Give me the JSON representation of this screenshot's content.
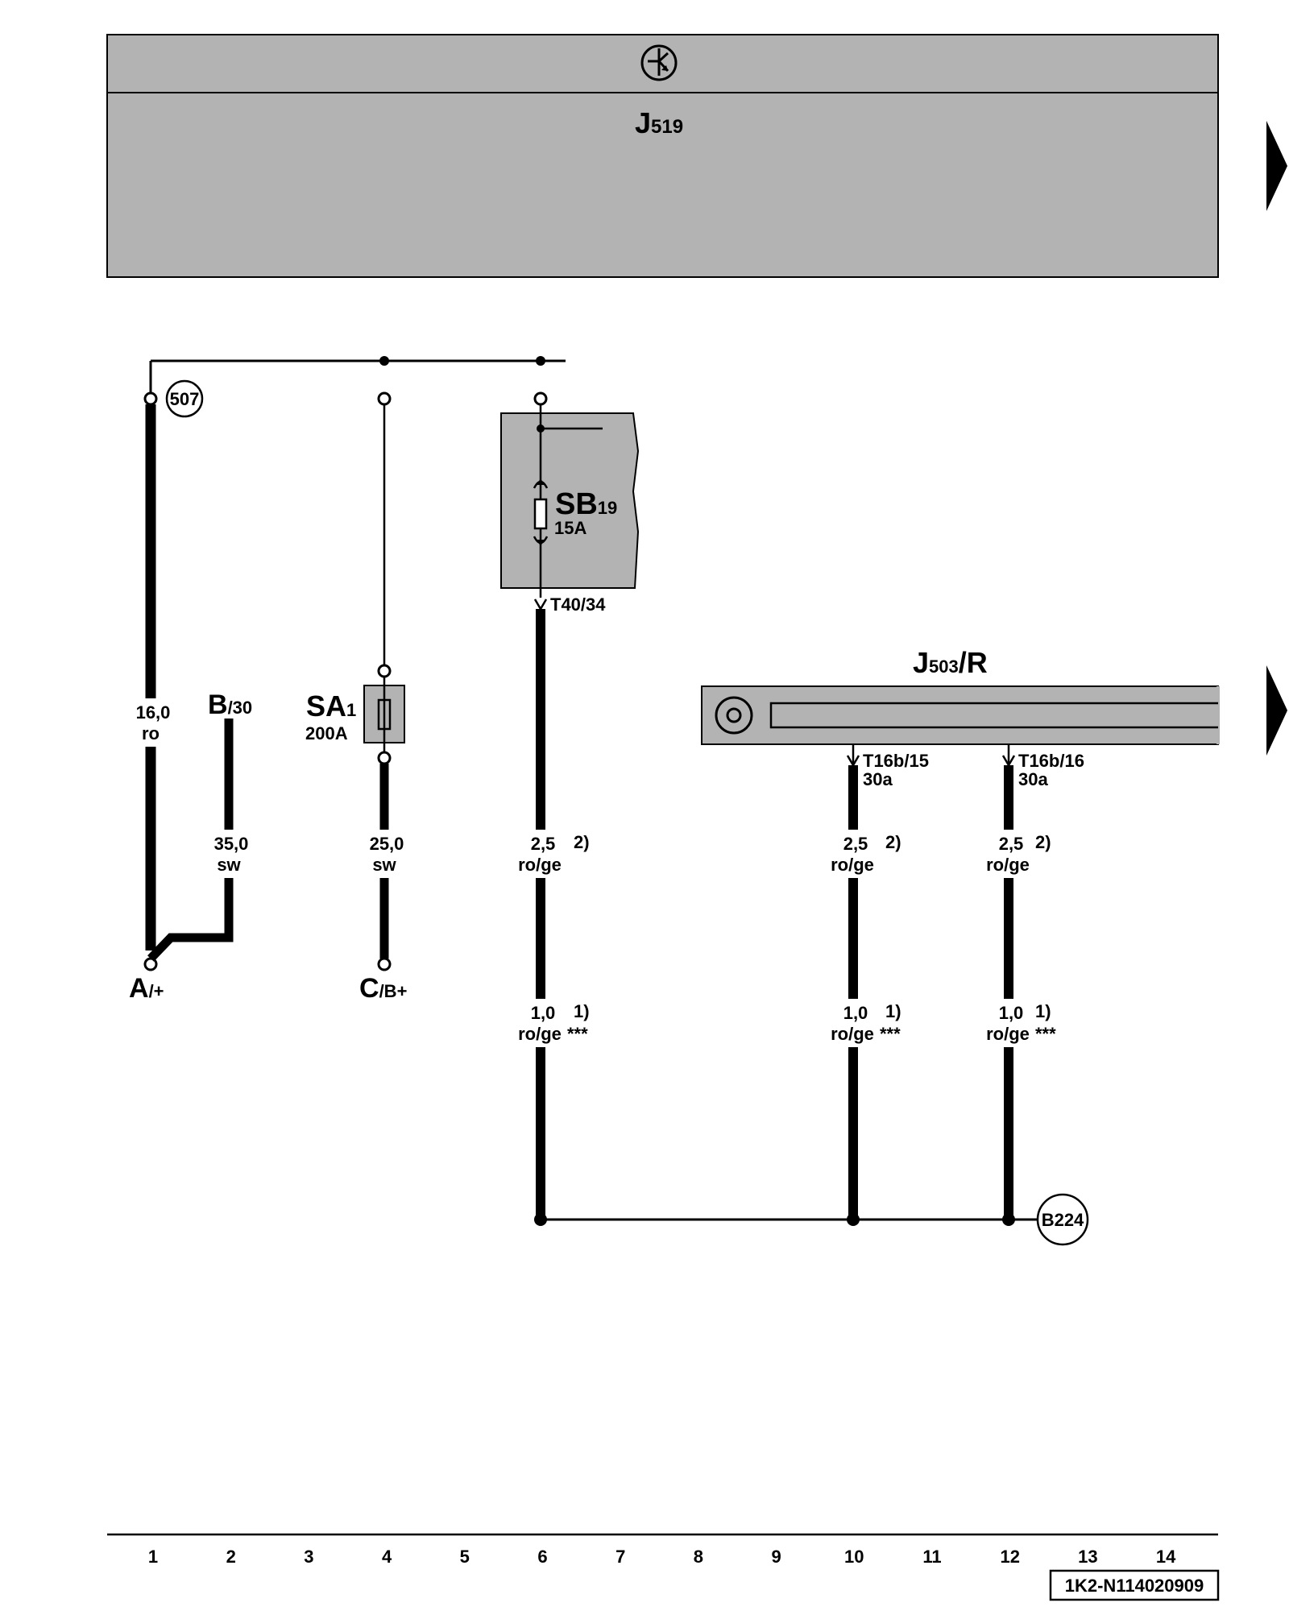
{
  "header": {
    "module_main": "J",
    "module_sub": "519"
  },
  "relay": {
    "main": "J",
    "sub": "503",
    "suffix": "/R"
  },
  "fuses": {
    "sb": {
      "main": "SB",
      "sub": "19",
      "rating": "15A"
    },
    "sa": {
      "main": "SA",
      "sub": "1",
      "rating": "200A"
    }
  },
  "connectors": {
    "t40": "T40/34",
    "t16_15": "T16b/15",
    "t16_15_sub": "30a",
    "t16_16": "T16b/16",
    "t16_16_sub": "30a"
  },
  "refs": {
    "top": "507",
    "bottom": "B224"
  },
  "terminals": {
    "a_main": "A",
    "a_sub": "/+",
    "b_main": "B",
    "b_sub": "/30",
    "c_main": "C",
    "c_sub": "/B+"
  },
  "wires": {
    "w1": {
      "size": "16,0",
      "color": "ro"
    },
    "w2": {
      "size": "35,0",
      "color": "sw"
    },
    "w4": {
      "size": "25,0",
      "color": "sw"
    },
    "w6a": {
      "size": "2,5",
      "note": "2)",
      "color": "ro/ge"
    },
    "w6b": {
      "size": "1,0",
      "note": "1)",
      "color": "ro/ge",
      "mark": "***"
    },
    "w10a": {
      "size": "2,5",
      "note": "2)",
      "color": "ro/ge"
    },
    "w10b": {
      "size": "1,0",
      "note": "1)",
      "color": "ro/ge",
      "mark": "***"
    },
    "w12a": {
      "size": "2,5",
      "note": "2)",
      "color": "ro/ge"
    },
    "w12b": {
      "size": "1,0",
      "note": "1)",
      "color": "ro/ge",
      "mark": "***"
    }
  },
  "axis": {
    "ticks": [
      "1",
      "2",
      "3",
      "4",
      "5",
      "6",
      "7",
      "8",
      "9",
      "10",
      "11",
      "12",
      "13",
      "14"
    ]
  },
  "footer": {
    "code": "1K2-N114020909"
  },
  "colors": {
    "panel": "#b3b3b3",
    "line": "#000000",
    "background": "#ffffff"
  }
}
